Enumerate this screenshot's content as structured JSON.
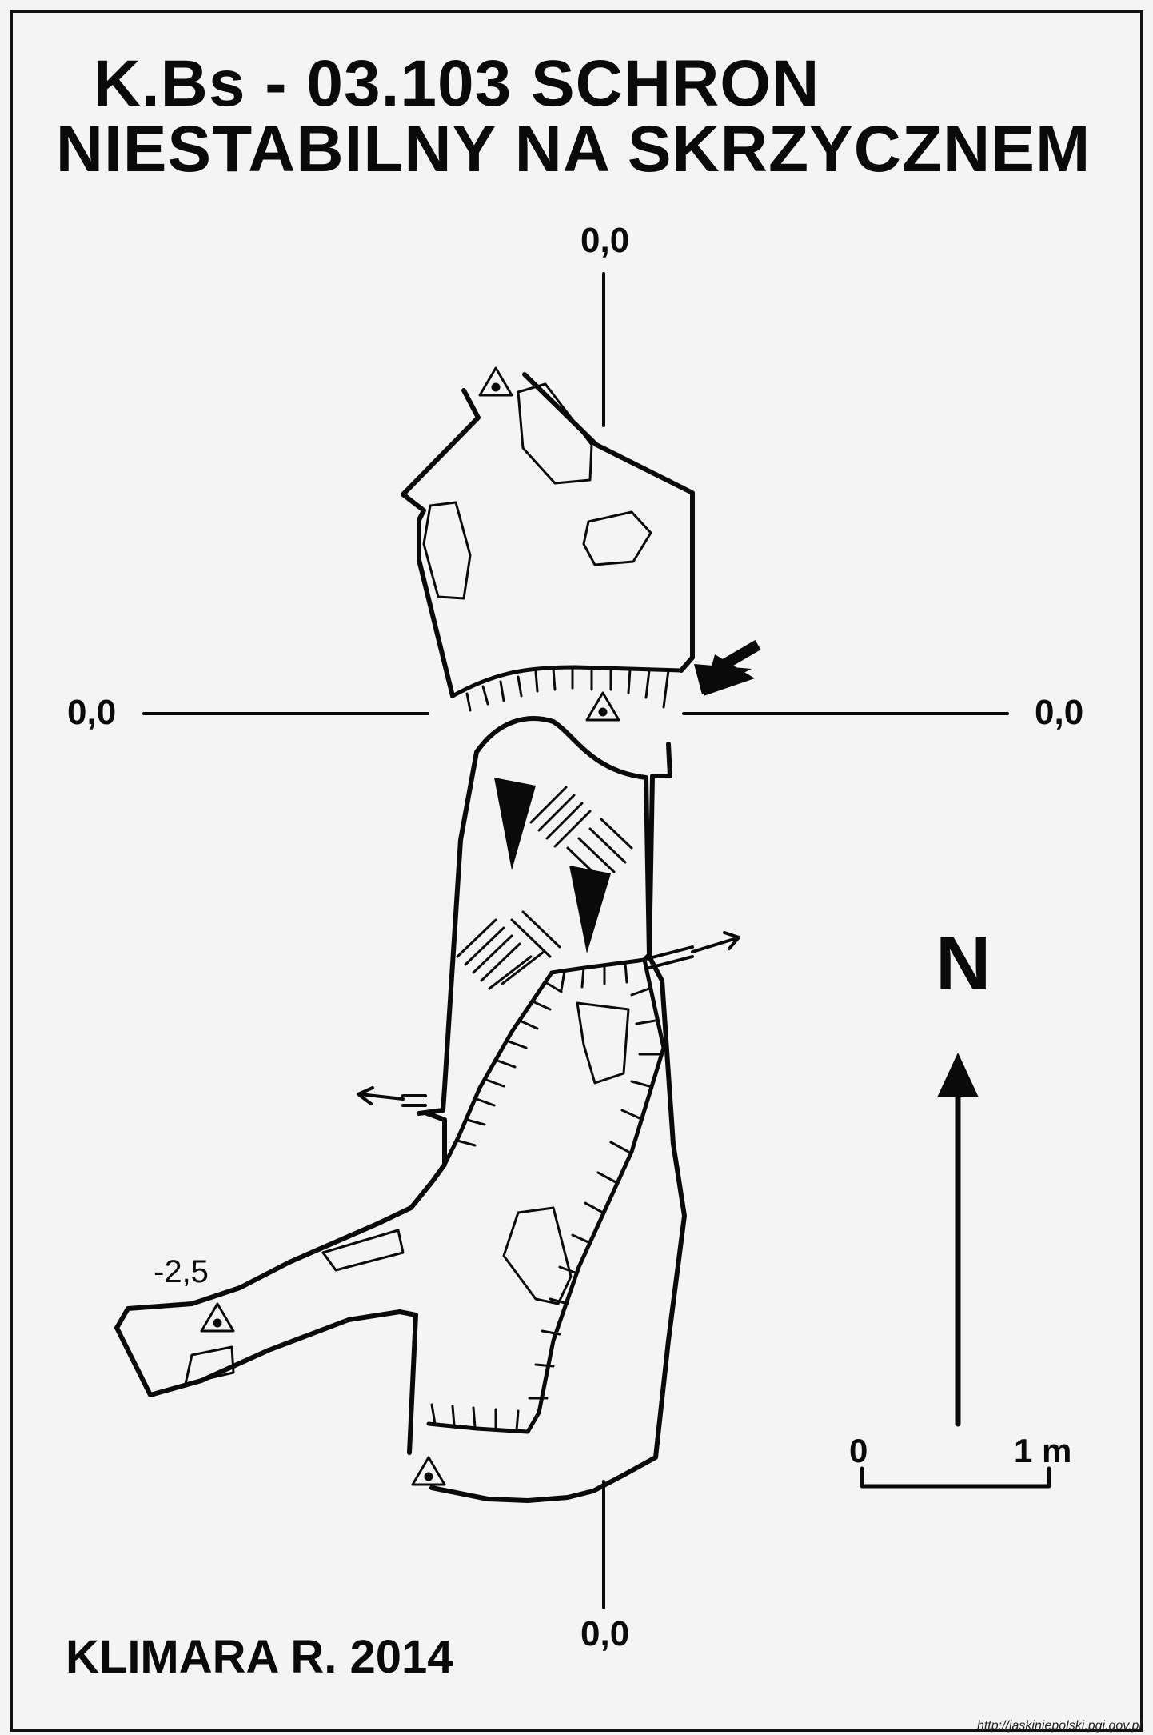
{
  "title": {
    "line1": "K.Bs - 03.103  SCHRON",
    "line2": "NIESTABILNY NA SKRZYCZNEM"
  },
  "datum_labels": {
    "top": "0,0",
    "left": "0,0",
    "right": "0,0",
    "bottom": "0,0"
  },
  "depth_label": "-2,5",
  "north_label": "N",
  "scale": {
    "start_label": "0",
    "end_label": "1 m"
  },
  "author": "KLIMARA R. 2014",
  "source_url": "http://jaskiniepolski.pgi.gov.pl",
  "colors": {
    "ink": "#0a0a0a",
    "paper": "#f4f4f4"
  }
}
